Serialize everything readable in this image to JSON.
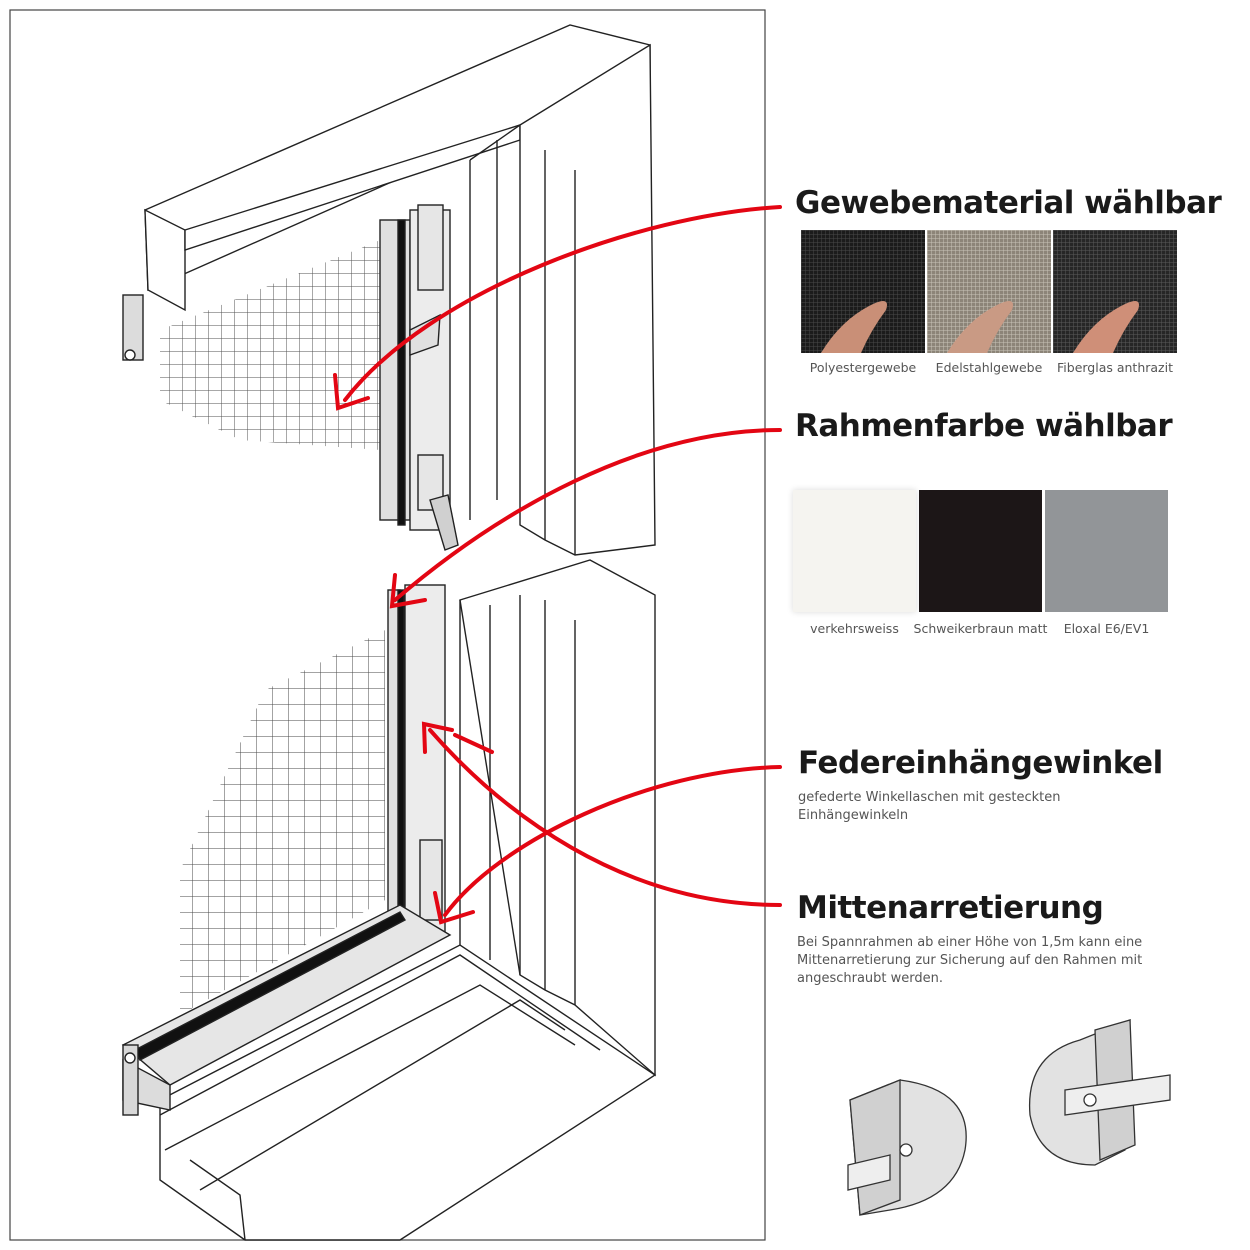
{
  "sections": {
    "mesh": {
      "heading": "Gewebematerial wählbar",
      "options": [
        {
          "label": "Polyestergewebe",
          "color": "#1b1b1b",
          "mesh_color": "#4a4a4a"
        },
        {
          "label": "Edelstahlgewebe",
          "color": "#8c8478",
          "mesh_color": "#c9c3b8"
        },
        {
          "label": "Fiberglas anthrazit",
          "color": "#262626",
          "mesh_color": "#5a5a5a"
        }
      ]
    },
    "frame_color": {
      "heading": "Rahmenfarbe wählbar",
      "options": [
        {
          "label": "verkehrsweiss",
          "color": "#f5f4f0"
        },
        {
          "label": "Schweikerbraun matt",
          "color": "#1c1617"
        },
        {
          "label": "Eloxal E6/EV1",
          "color": "#929598"
        }
      ]
    },
    "spring_bracket": {
      "heading": "Federeinhängewinkel",
      "description": "gefederte Winkellaschen mit gesteckten Einhängewinkeln"
    },
    "center_lock": {
      "heading": "Mittenarretierung",
      "description": "Bei Spannrahmen ab einer Höhe von 1,5m kann eine Mittenarretierung zur Sicherung auf den Rahmen mit angeschraubt werden."
    }
  },
  "colors": {
    "arrow": "#e30613",
    "line": "#222222",
    "frame_fill": "#f2f2f2",
    "profile_fill": "#dcdcdc"
  },
  "icons": [
    "screw-icon",
    "center-lock-part-icon"
  ]
}
